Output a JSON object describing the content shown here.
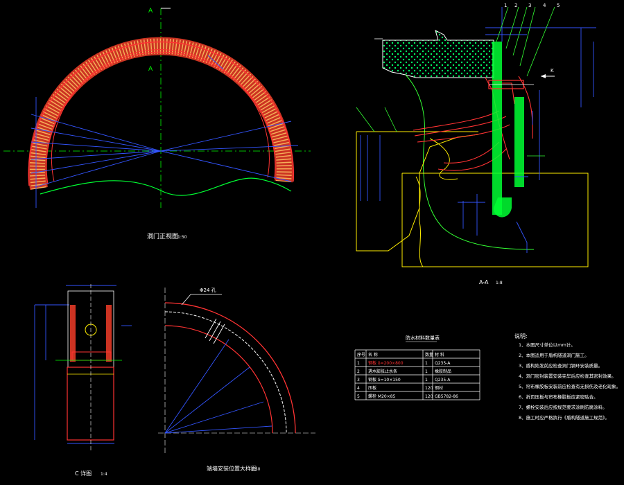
{
  "drawing": {
    "title_front_view": "洞门正视图",
    "scale_front_view": "1:50",
    "title_section": "A-A",
    "scale_section": "1:8",
    "title_detail_c": "C 详图",
    "scale_detail_c": "1:4",
    "title_ring": "端墙安装位置大样图",
    "scale_ring": "1:50",
    "section_mark_top": "A",
    "section_mark_bottom": "A",
    "section_mark_right": "K",
    "ring_note": "Φ24 孔",
    "callouts": [
      "1",
      "2",
      "3",
      "4",
      "5"
    ]
  },
  "table": {
    "title": "防水材料数量表",
    "headers": [
      "序号",
      "名 称",
      "数量",
      "材 料"
    ],
    "rows": [
      {
        "no": "1",
        "name": "钢板 δ=200×800",
        "qty": "1",
        "material": "Q235-A"
      },
      {
        "no": "2",
        "name": "遇水膨胀止水条",
        "qty": "1",
        "material": "橡胶制品"
      },
      {
        "no": "3",
        "name": "钢板 δ=10×150",
        "qty": "1",
        "material": "Q235-A"
      },
      {
        "no": "4",
        "name": "压板",
        "qty": "120",
        "material": "钢材"
      },
      {
        "no": "5",
        "name": "螺栓 M20×85",
        "qty": "120",
        "material": "GB5782-86"
      }
    ]
  },
  "notes": {
    "heading": "说明:",
    "items": [
      "1、本图尺寸单位以mm计。",
      "2、本图适用于盾构隧道洞门施工。",
      "3、盾构始发前应检查洞门钢环安装质量。",
      "4、洞门密封装置安装完毕后应检查其密封效果。",
      "5、帘布橡胶板安装前应检查有无损伤及老化现象。",
      "6、折页压板与帘布橡胶板应紧密贴合。",
      "7、螺栓安装后应按规范要求涂刷防腐涂料。",
      "8、施工时应严格执行《盾构隧道施工规范》。"
    ]
  }
}
